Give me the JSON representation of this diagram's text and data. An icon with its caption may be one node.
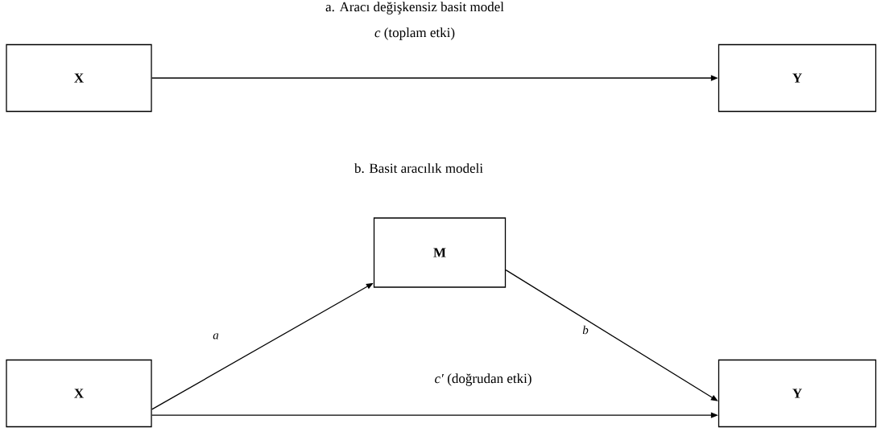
{
  "diagram": {
    "nodes": [
      {
        "text": [
          "X"
        ]
      },
      {
        "text": [
          "Y"
        ]
      },
      {
        "text": [
          "M"
        ]
      },
      {
        "text": [
          "X"
        ]
      },
      {
        "text": [
          "Y"
        ]
      }
    ],
    "edges": [
      {
        "from": 0,
        "to": 1,
        "arrow": "to",
        "label": "*c* (toplam etki)"
      },
      {
        "from": 3,
        "to": 2,
        "arrow": "to",
        "label": "a"
      },
      {
        "from": 2,
        "to": 4,
        "arrow": "to",
        "label": "b"
      },
      {
        "from": 3,
        "to": 4,
        "arrow": "to",
        "label": "*c′* (doğrudan etki)"
      }
    ],
    "labels": [
      "a. Aracı değişkensiz basit model",
      "b. Basit aracılık modeli"
    ]
  }
}
